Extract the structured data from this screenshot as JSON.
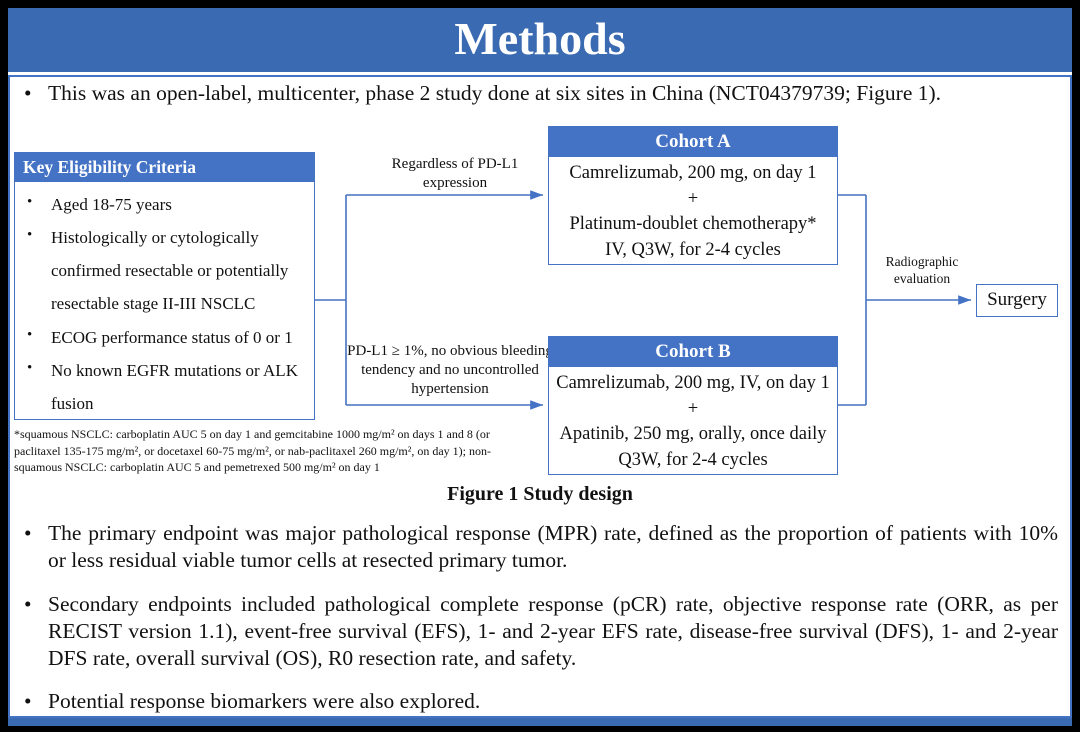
{
  "colors": {
    "title_bar": "#3a6ab1",
    "header_blue": "#4472c4",
    "line_blue": "#4472c4",
    "text": "#111111",
    "frame": "#000000"
  },
  "title": "Methods",
  "intro_bullet": "This was an open-label, multicenter, phase 2 study done at six sites in China (NCT04379739; Figure 1).",
  "figure": {
    "caption": "Figure 1 Study design",
    "eligibility": {
      "header": "Key Eligibility Criteria",
      "items": [
        "Aged 18-75 years",
        "Histologically or cytologically confirmed resectable or potentially resectable stage II-III NSCLC",
        "ECOG performance status of 0 or 1",
        "No known EGFR mutations or ALK fusion"
      ]
    },
    "footnote": "*squamous NSCLC: carboplatin AUC 5 on day 1 and gemcitabine 1000 mg/m² on days 1 and 8 (or paclitaxel 135-175 mg/m², or docetaxel 60-75 mg/m², or nab-paclitaxel 260 mg/m², on day 1); non-squamous NSCLC: carboplatin AUC 5 and pemetrexed 500 mg/m² on day 1",
    "path_a_label": "Regardless of PD-L1 expression",
    "path_b_label": "PD-L1 ≥ 1%, no obvious bleeding tendency and no uncontrolled hypertension",
    "cohort_a": {
      "header": "Cohort A",
      "lines": [
        "Camrelizumab, 200 mg, on day 1",
        "+",
        "Platinum-doublet chemotherapy*",
        "IV, Q3W, for 2-4 cycles"
      ]
    },
    "cohort_b": {
      "header": "Cohort B",
      "lines": [
        "Camrelizumab, 200 mg, IV, on day 1",
        "+",
        "Apatinib, 250 mg, orally, once daily",
        "Q3W, for 2-4 cycles"
      ]
    },
    "evaluation_label": "Radiographic evaluation",
    "surgery_label": "Surgery"
  },
  "endpoint_bullets": [
    "The primary endpoint was major pathological response (MPR) rate, defined as the proportion of patients with 10% or less residual viable tumor cells at resected primary tumor.",
    "Secondary endpoints included pathological complete response (pCR) rate, objective response rate (ORR, as per RECIST version 1.1), event-free survival (EFS), 1- and 2-year EFS rate, disease-free survival (DFS), 1- and 2-year DFS rate, overall survival (OS), R0 resection rate, and safety.",
    "Potential response biomarkers were also explored."
  ]
}
